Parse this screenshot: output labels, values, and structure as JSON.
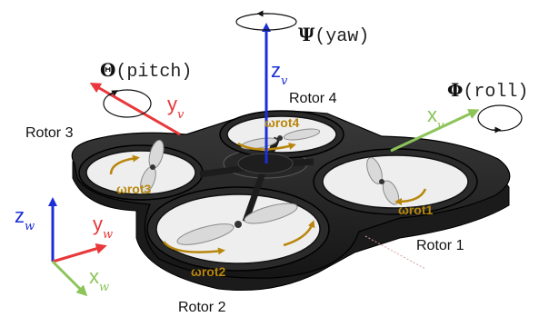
{
  "rotor_names": {
    "rotor1": "Rotor 1",
    "rotor2": "Rotor 2",
    "rotor3": "Rotor 3",
    "rotor4": "Rotor 4"
  },
  "rotor_speeds": {
    "wrot1": "ωrot1",
    "wrot2": "ωrot2",
    "wrot3": "ωrot3",
    "wrot4": "ωrot4"
  },
  "rotation_angles": {
    "yaw_symbol": "Ψ",
    "yaw_text": "(yaw)",
    "pitch_symbol": "Θ",
    "pitch_text": "(pitch)",
    "roll_symbol": "Φ",
    "roll_text": "(roll)"
  },
  "vehicle_frame": {
    "x": "x",
    "y": "y",
    "z": "z",
    "subscript": "v"
  },
  "world_frame": {
    "x": "x",
    "y": "y",
    "z": "z",
    "subscript": "w"
  },
  "colors": {
    "x_axis": "#8cc45a",
    "y_axis": "#e8383b",
    "z_axis": "#1a2fd6",
    "rotor_label": "#b8860b",
    "frame_body": "#2b2b2b",
    "frame_edge": "#4a4a4a",
    "propeller": "#d9d9d9"
  }
}
